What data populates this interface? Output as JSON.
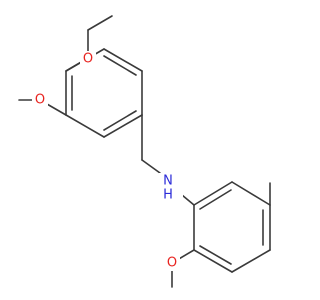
{
  "molecule": {
    "atoms": {
      "o_ethoxy": "O",
      "o_methoxy_top": "O",
      "nh": "N",
      "nh_h": "H",
      "o_methoxy_bottom": "O"
    },
    "colors": {
      "bond": "#3a3a3a",
      "oxygen": "#e8231f",
      "nitrogen": "#2b2bd8"
    }
  }
}
